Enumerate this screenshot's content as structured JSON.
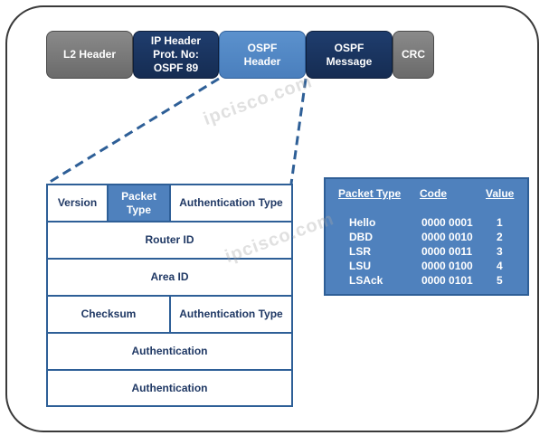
{
  "packet": {
    "l2": "L2 Header",
    "ip": "IP Header\nProt. No:\nOSPF 89",
    "ospf_header": "OSPF\nHeader",
    "ospf_message": "OSPF\nMessage",
    "crc": "CRC"
  },
  "header_fields": {
    "version": "Version",
    "packet_type": "Packet\nType",
    "auth_type_1": "Authentication Type",
    "router_id": "Router ID",
    "area_id": "Area ID",
    "checksum": "Checksum",
    "auth_type_2": "Authentication Type",
    "authentication_1": "Authentication",
    "authentication_2": "Authentication"
  },
  "packet_types": {
    "headers": [
      "Packet Type",
      "Code",
      "Value"
    ],
    "rows": [
      [
        "Hello",
        "0000 0001",
        "1"
      ],
      [
        "DBD",
        "0000 0010",
        "2"
      ],
      [
        "LSR",
        "0000 0011",
        "3"
      ],
      [
        "LSU",
        "0000 0100",
        "4"
      ],
      [
        "LSAck",
        "0000 0101",
        "5"
      ]
    ]
  },
  "watermark": [
    "ipcisco.com",
    "ipcisco.com"
  ],
  "colors": {
    "navy": "#1f3d6e",
    "blue": "#4f81bd",
    "gray": "#7a7a7a",
    "text": "#1f3864"
  }
}
